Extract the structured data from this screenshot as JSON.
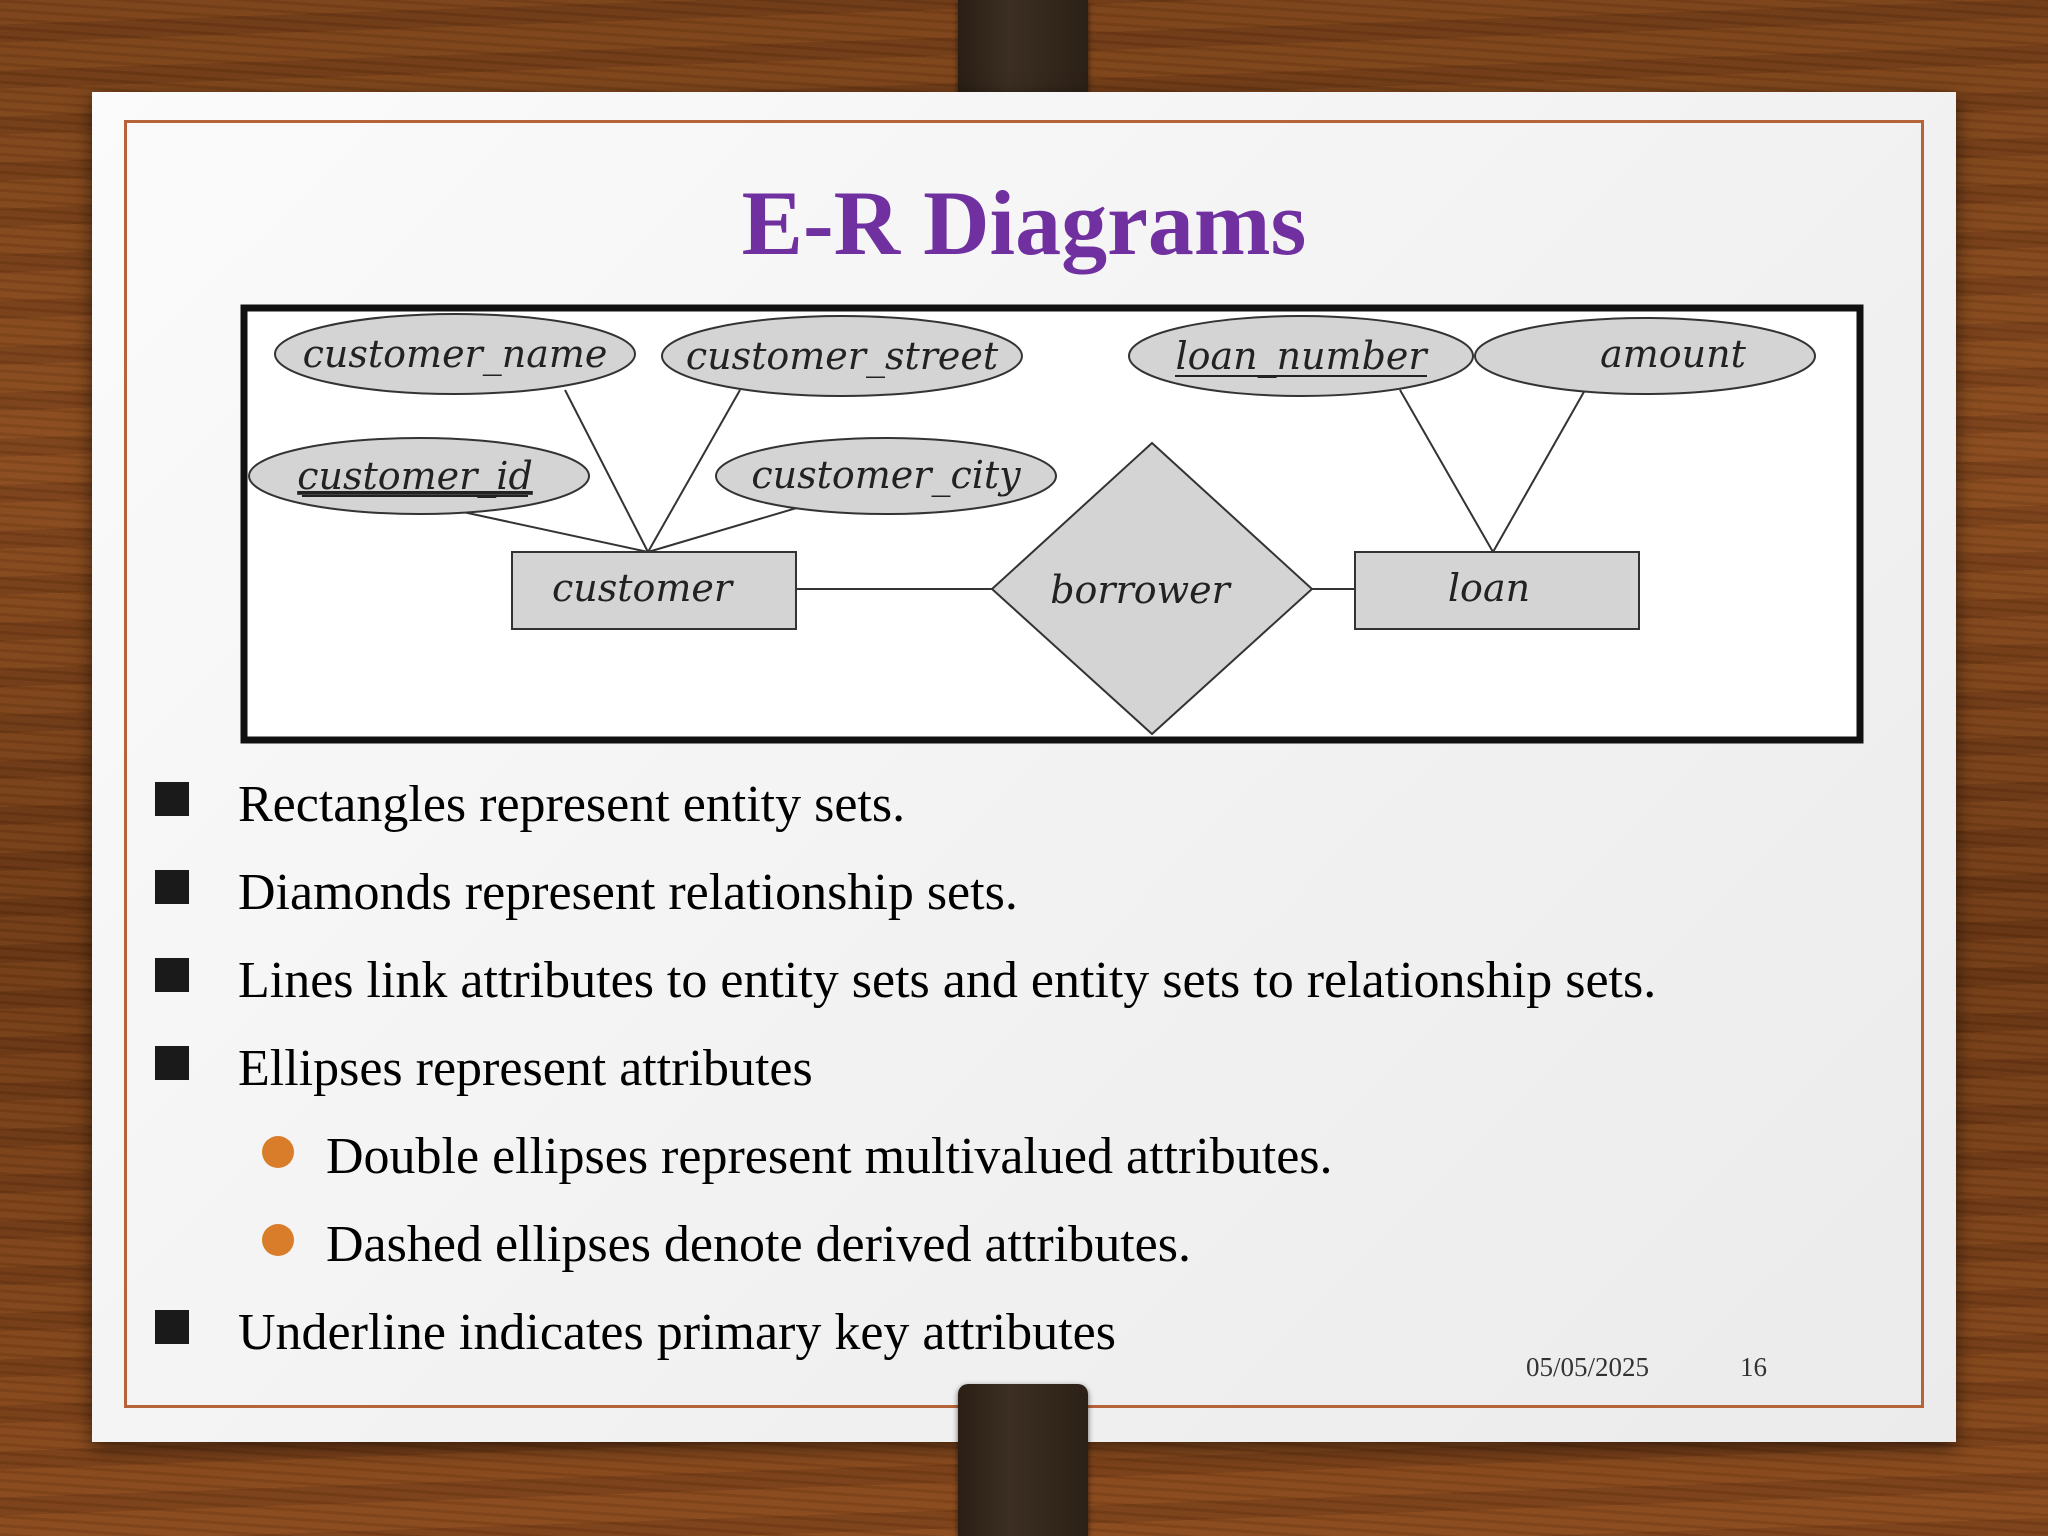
{
  "slide": {
    "title": "E-R Diagrams",
    "date": "05/05/2025",
    "page_number": "16"
  },
  "diagram": {
    "attributes": {
      "customer_name": "customer_name",
      "customer_street": "customer_street",
      "customer_id": "customer_id",
      "customer_city": "customer_city",
      "loan_number": "loan_number",
      "amount": "amount"
    },
    "entities": {
      "customer": "customer",
      "loan": "loan"
    },
    "relationship": "borrower"
  },
  "bullets": [
    {
      "text": "Rectangles represent entity sets."
    },
    {
      "text": "Diamonds represent relationship sets."
    },
    {
      "text": "Lines link attributes to entity sets and entity sets to relationship sets."
    },
    {
      "text": "Ellipses represent attributes"
    },
    {
      "text": "Double ellipses represent multivalued attributes."
    },
    {
      "text": "Dashed ellipses denote derived attributes."
    },
    {
      "text": "Underline indicates primary key attributes"
    }
  ],
  "colors": {
    "title": "#7030a0",
    "frame": "#b5643a",
    "sub_bullet": "#d97d2a",
    "shape_fill": "#d4d4d4"
  }
}
